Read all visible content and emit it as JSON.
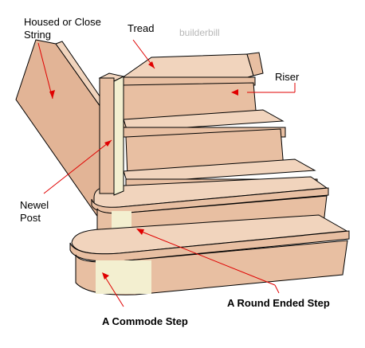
{
  "labels": {
    "housed_line1": "Housed or Close",
    "housed_line2": "String",
    "tread": "Tread",
    "watermark": "builderbill",
    "riser": "Riser",
    "newel_line1": "Newel",
    "newel_line2": "Post",
    "round_ended": "A Round Ended Step",
    "commode": "A Commode Step"
  },
  "colors": {
    "wood_face": "#e8bfa2",
    "wood_top": "#f1d4bd",
    "wood_shadow": "#d2a184",
    "newel": "#f3efd0",
    "outline": "#000000",
    "pointer": "#e00000"
  }
}
